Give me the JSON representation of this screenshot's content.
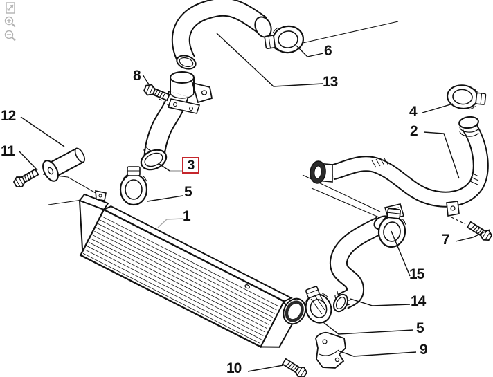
{
  "toolbar": {
    "buttons": [
      {
        "name": "fit-to-view",
        "icon": "fit-to-view-icon"
      },
      {
        "name": "zoom-in",
        "icon": "zoom-in-icon"
      },
      {
        "name": "zoom-out",
        "icon": "zoom-out-icon"
      }
    ],
    "icon_color": "#b2b2b2"
  },
  "diagram": {
    "type": "exploded-parts-diagram",
    "selected_callout": "3",
    "highlight_color": "#c5262c",
    "line_color": "#1a1a1a",
    "gray_leader_color": "#aaaaaa",
    "callouts": [
      {
        "label": "1",
        "highlighted": false
      },
      {
        "label": "2",
        "highlighted": false
      },
      {
        "label": "3",
        "highlighted": true
      },
      {
        "label": "4",
        "highlighted": false
      },
      {
        "label": "5",
        "highlighted": false
      },
      {
        "label": "5",
        "highlighted": false
      },
      {
        "label": "6",
        "highlighted": false
      },
      {
        "label": "7",
        "highlighted": false
      },
      {
        "label": "8",
        "highlighted": false
      },
      {
        "label": "9",
        "highlighted": false
      },
      {
        "label": "10",
        "highlighted": false
      },
      {
        "label": "11",
        "highlighted": false
      },
      {
        "label": "12",
        "highlighted": false
      },
      {
        "label": "13",
        "highlighted": false
      },
      {
        "label": "14",
        "highlighted": false
      },
      {
        "label": "15",
        "highlighted": false
      }
    ]
  }
}
